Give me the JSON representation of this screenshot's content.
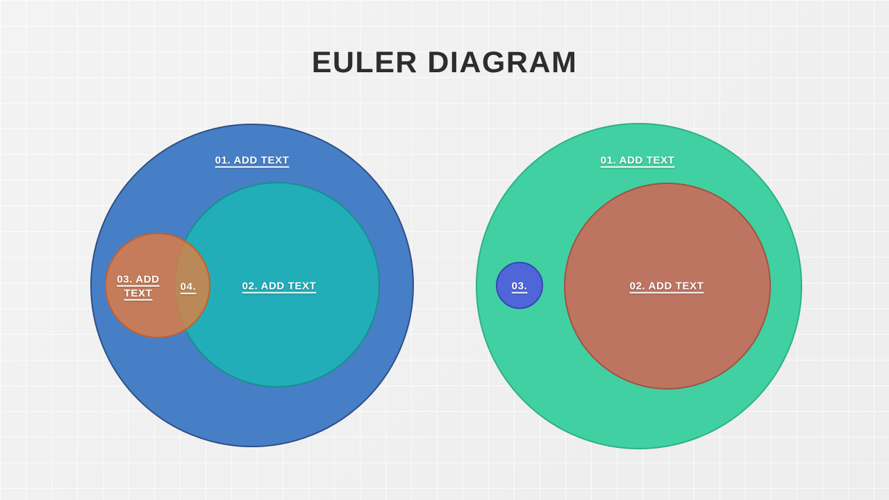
{
  "slide": {
    "title": "EULER DIAGRAM",
    "background_color": "#efefef"
  },
  "diagrams": {
    "left": {
      "set1": {
        "label": "01. ADD TEXT",
        "color": "#477fc6",
        "border_color": "#2c4f86"
      },
      "set2": {
        "label": "02. ADD TEXT",
        "color": "#21aeb8",
        "border_color": "#178f90"
      },
      "set3": {
        "label": "03. ADD TEXT",
        "color": "#f57c32",
        "border_color": "#ca581e"
      },
      "overlap": {
        "label": "04.",
        "color": "#bd9055"
      }
    },
    "right": {
      "set1": {
        "label": "01. ADD TEXT",
        "color": "#41d0a1",
        "border_color": "#2cb186"
      },
      "set2": {
        "label": "02. ADD TEXT",
        "color": "#bd7562",
        "border_color": "#a3513f"
      },
      "set3": {
        "label": "03.",
        "color": "#4f66d8",
        "border_color": "#3644b5"
      }
    }
  },
  "text_style": {
    "label_color": "#ffffff",
    "title_color": "#2d2d2d"
  }
}
